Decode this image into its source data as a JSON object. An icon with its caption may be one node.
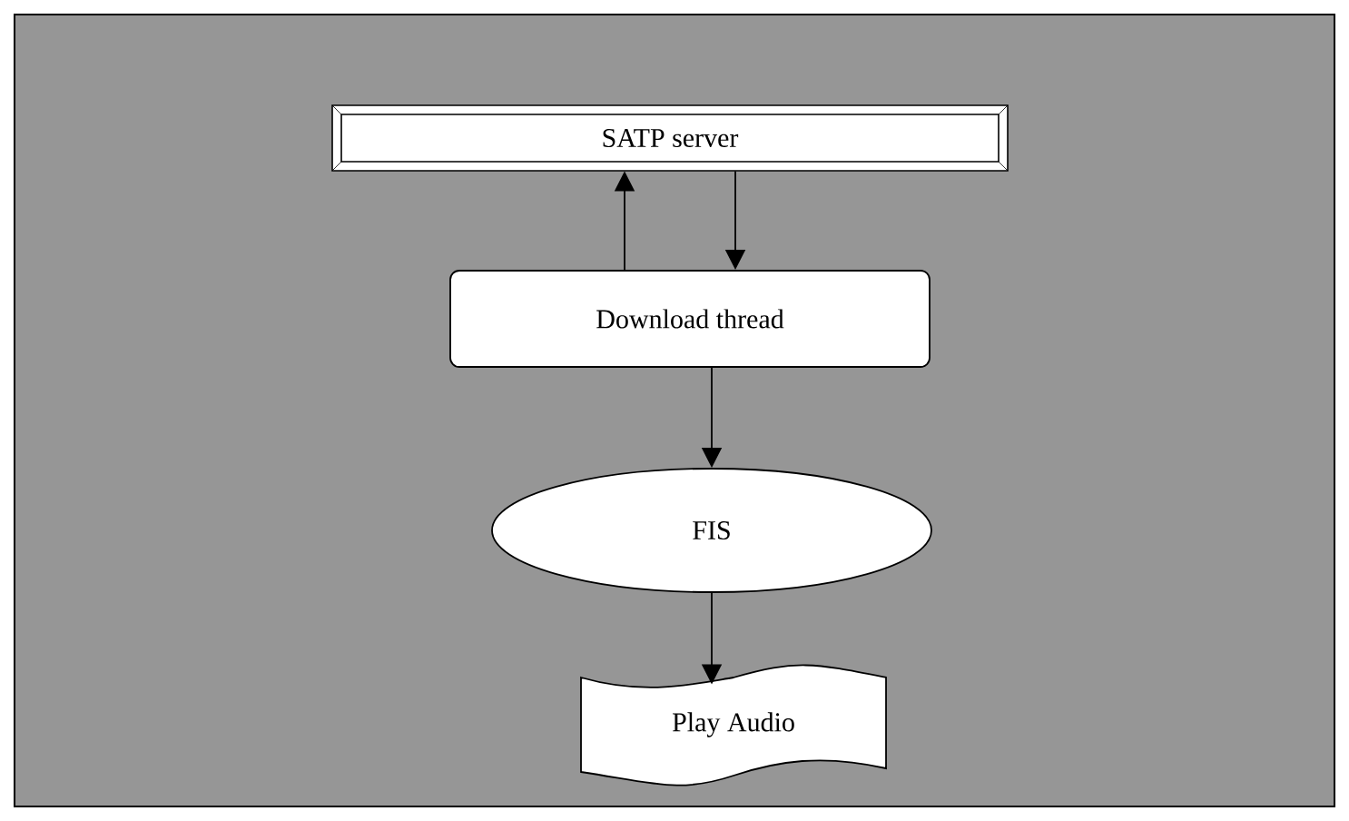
{
  "diagram": {
    "nodes": [
      {
        "text": [
          "SATP server"
        ]
      },
      {
        "text": [
          "Download thread"
        ]
      },
      {
        "text": [
          "FIS"
        ]
      },
      {
        "text": [
          "Play Audio"
        ]
      }
    ],
    "edges": [
      {
        "from": 1,
        "to": 0,
        "arrow": "to"
      },
      {
        "from": 0,
        "to": 1,
        "arrow": "to"
      },
      {
        "from": 1,
        "to": 2,
        "arrow": "to"
      },
      {
        "from": 2,
        "to": 3,
        "arrow": "to"
      }
    ]
  }
}
